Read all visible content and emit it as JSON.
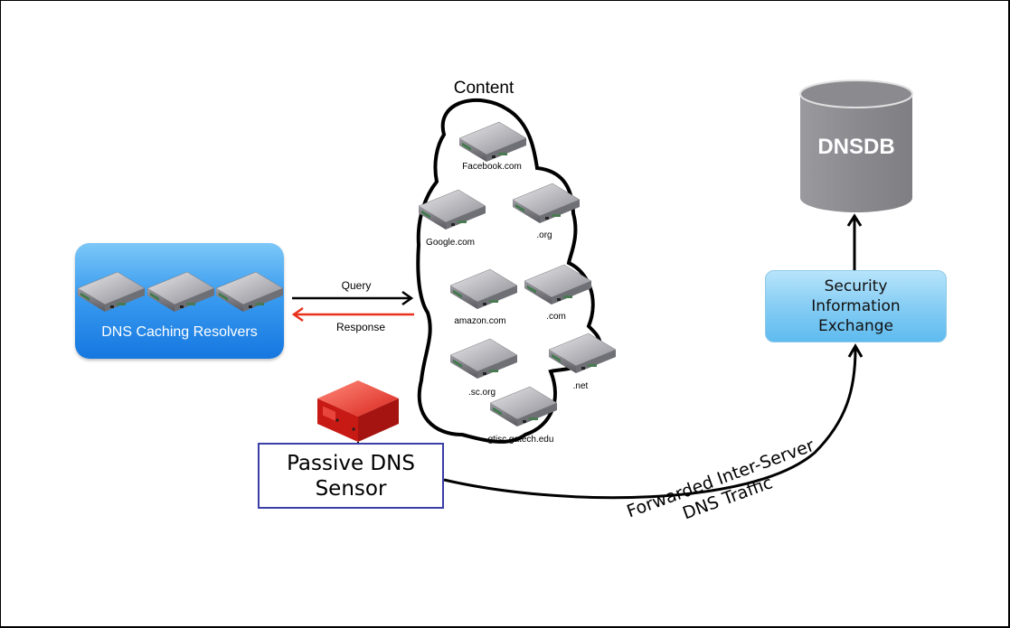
{
  "diagram": {
    "content_cloud": {
      "title": "Content",
      "servers": [
        {
          "label": "Facebook.com"
        },
        {
          "label": "Google.com"
        },
        {
          "label": ".org"
        },
        {
          "label": "amazon.com"
        },
        {
          "label": ".com"
        },
        {
          "label": ".sc.org"
        },
        {
          "label": ".net"
        },
        {
          "label": "gtisc.gatech.edu"
        }
      ]
    },
    "resolvers": {
      "label": "DNS Caching Resolvers",
      "server_count": 3,
      "color": "#2b8df0"
    },
    "edges": {
      "query": {
        "label": "Query",
        "color": "#000000"
      },
      "response": {
        "label": "Response",
        "color": "#e8321e"
      },
      "forwarded": {
        "line1": "Forwarded Inter-Server",
        "line2": "DNS Traffic"
      }
    },
    "sensor": {
      "line1": "Passive DNS",
      "line2": "Sensor",
      "device_color": "#d8201b",
      "border_color": "#3b3fa6"
    },
    "sie": {
      "line1": "Security",
      "line2": "Information",
      "line3": "Exchange"
    },
    "dnsdb": {
      "label": "DNSDB",
      "color": "#8e8e92"
    }
  }
}
